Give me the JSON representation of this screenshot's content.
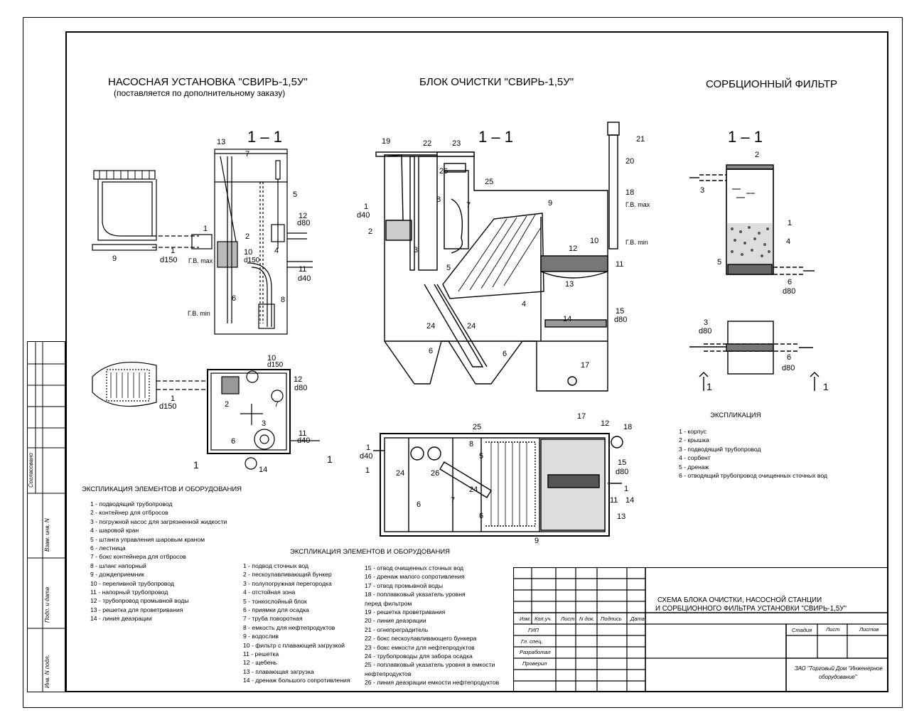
{
  "titles": {
    "pump_title": "НАСОСНАЯ УСТАНОВКА \"СВИРЬ-1,5У\"",
    "pump_subtitle": "(поставляется по дополнительному заказу)",
    "block_title": "БЛОК ОЧИСТКИ \"СВИРЬ-1,5У\"",
    "filter_title": "СОРБЦИОННЫЙ ФИЛЬТР"
  },
  "section_label": "1 – 1",
  "labels": {
    "d150": "d150",
    "d80": "d80",
    "d40": "d40",
    "gv_max": "Г.В. max",
    "gv_min": "Г.В. min",
    "one": "1"
  },
  "pump_explication": {
    "title": "ЭКСПЛИКАЦИЯ ЭЛЕМЕНТОВ И ОБОРУДОВАНИЯ",
    "items": [
      "1 - подводящий трубопровод",
      "2 - контейнер для отбросов",
      "3 - погружной насос для загрязненной жидкости",
      "4 - шаровой кран",
      "5 - штанга управления шаровым краном",
      "6 - лестница",
      "7 - бокс контейнера для отбросов",
      "8 - шланг напорный",
      "9 - дождеприемник",
      "10 - переливной трубопровод",
      "11 - напорный трубопровод",
      "12 - трубопровод промывной воды",
      "13 - решетка для  проветривания",
      "14 - линия деаэрации"
    ]
  },
  "block_explication": {
    "title": "ЭКСПЛИКАЦИЯ ЭЛЕМЕНТОВ И ОБОРУДОВАНИЯ",
    "col1": [
      "1 - подвод сточных вод",
      "2 - пескоулавливающий бункер",
      "3 - полупогружная перегородка",
      "4 - отстойная зона",
      "5 - тонкослойный блок",
      "6 - приямки для осадка",
      "7 - труба поворотная",
      "8 - емкость для нефтепродуктов",
      "9 - водослив",
      "10 - фильтр с плавающей загрузкой",
      "11 - решетка",
      "12 - щебень",
      "13 - плавающая загрузка",
      "14 - дренаж большого сопротивления"
    ],
    "col2": [
      "15 - отвод очищенных сточных вод",
      "16 - дренаж малого сопротивления",
      "17 - отвод промывной воды",
      "18 - поплавковый указатель уровня",
      "       перед фильтром",
      "19 - решетка проветривания",
      "20 - линия деаэрации",
      "21 - огнепреградитель",
      "22 - бокс пескоулавливающего бункера",
      "23 - бокс емкости для нефтепродуктов",
      "24 -  трубопроводы для забора осадка",
      "25 - поплавковый указатель уровня в емкости",
      "       нефтепродуктов",
      "26 - линия деаэрации емкости нефтепродуктов"
    ]
  },
  "filter_explication": {
    "title": "ЭКСПЛИКАЦИЯ",
    "items": [
      "1 - корпус",
      "2 - крышка",
      "3 - подводящий трубопровод",
      "4 - сорбент",
      "5 - дренаж",
      "6 - отводящий трубопровод очищенных сточных вод"
    ]
  },
  "stamp": {
    "drawing_title_1": "СХЕМА БЛОКА ОЧИСТКИ, НАСОСНОЙ СТАНЦИИ",
    "drawing_title_2": "И СОРБЦИОННОГО ФИЛЬТРА УСТАНОВКИ \"СВИРЬ-1,5У\"",
    "cols": [
      "Изм.",
      "Кол.уч.",
      "Лист",
      "N док.",
      "Подпись",
      "Дата"
    ],
    "roles": [
      "ГИП",
      "Гл. спец.",
      "Разработал",
      "Проверил"
    ],
    "stage": "Стадия",
    "sheet": "Лист",
    "sheets": "Листов",
    "org_1": "ЗАО \"Торговый Дом \"Инженерное",
    "org_2": "оборудование\""
  },
  "side_column": [
    "Согласовано",
    "Взам. инв. N",
    "Подп. и дата",
    "Инв. N подл."
  ]
}
